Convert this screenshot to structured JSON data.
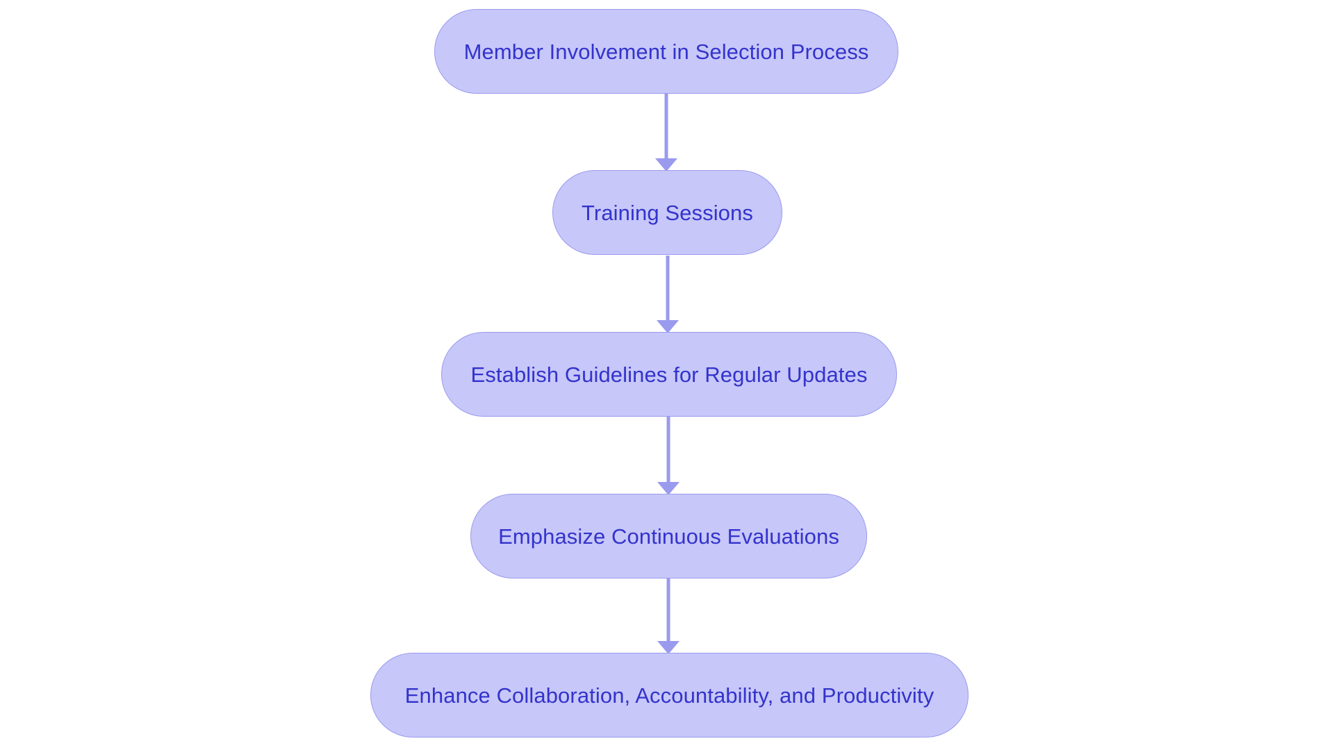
{
  "diagram": {
    "type": "flowchart",
    "orientation": "top-to-bottom",
    "background_color": "#ffffff",
    "node_fill_color": "#c7c7f9",
    "node_border_color": "#9a9aef",
    "node_text_color": "#3333cc",
    "connector_color": "#9a9aef",
    "nodes": [
      {
        "id": "node-1",
        "label": "Member Involvement in Selection Process"
      },
      {
        "id": "node-2",
        "label": "Training Sessions"
      },
      {
        "id": "node-3",
        "label": "Establish Guidelines for Regular Updates"
      },
      {
        "id": "node-4",
        "label": "Emphasize Continuous Evaluations"
      },
      {
        "id": "node-5",
        "label": "Enhance Collaboration, Accountability, and Productivity"
      }
    ],
    "edges": [
      {
        "id": "edge-1",
        "from": "node-1",
        "to": "node-2",
        "label": ""
      },
      {
        "id": "edge-2",
        "from": "node-2",
        "to": "node-3",
        "label": ""
      },
      {
        "id": "edge-3",
        "from": "node-3",
        "to": "node-4",
        "label": ""
      },
      {
        "id": "edge-4",
        "from": "node-4",
        "to": "node-5",
        "label": ""
      }
    ]
  }
}
